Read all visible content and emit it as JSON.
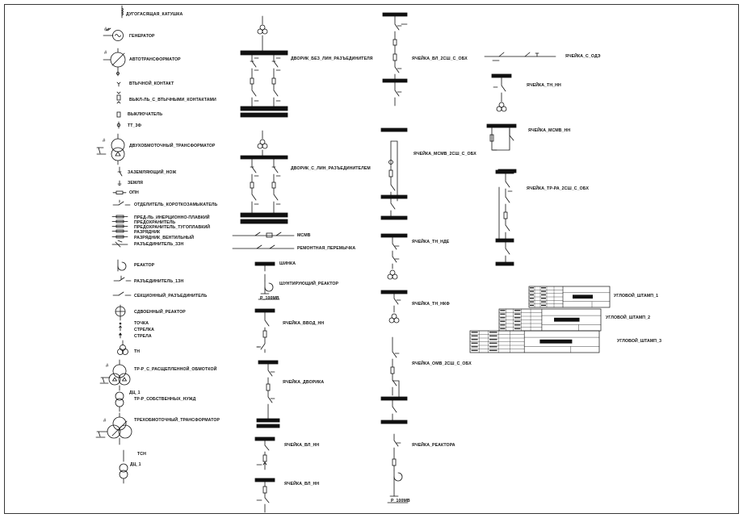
{
  "palette": {
    "line": "#111111",
    "background": "#ffffff",
    "border": "#222222"
  },
  "legend": [
    "ДУГОГАСЯЩАЯ_КАТУШКА",
    "ГЕНЕРАТОР",
    "АВТОТРАНСФОРМАТОР",
    "ВТЫЧНОЙ_КОНТАКТ",
    "ВЫКЛ-ЛЬ_С_ВТЫЧНЫМИ_КОНТАКТАМИ",
    "ВЫКЛЮЧАТЕЛЬ",
    "ТТ_3Ф",
    "ДВУХОБМОТОЧНЫЙ_ТРАНСФОРМАТОР",
    "ЗАЗЕМЛЯЮЩИЙ_НОЖ",
    "ЗЕМЛЯ",
    "ОПН",
    "ОТДЕЛИТЕЛЬ_КОРОТКОЗАМЫКАТЕЛЬ",
    "ПРЕД-ЛЬ_ИНЕРЦИОННО-ПЛАВКИЙ",
    "ПРЕДОХРАНИТЕЛЬ",
    "ПРЕДОХРАНИТЕЛЬ_ТУГОПЛАВКИЙ",
    "РАЗРЯДНИК",
    "РАЗРЯДНИК_ВЕНТИЛЬНЫЙ",
    "РАЗЪЕДИНИТЕЛЬ_3ЗН",
    "РЕАКТОР",
    "РАЗЪЕДИНИТЕЛЬ_1ЗН",
    "СЕКЦИОННЫЙ_РАЗЪЕДИНИТЕЛЬ",
    "СДВОЕННЫЙ_РЕАКТОР",
    "ТОЧКА",
    "СТРЕЛКА",
    "СТРЕЛА",
    "ТН",
    "ТР-Р_С_РАСЩЕПЛЕННОЙ_ОБМОТКОЙ",
    "ТР-Р_СОБСТВЕННЫХ_НУЖД",
    "ТРЕХОБМОТОЧНЫЙ_ТРАНСФОРМАТОР",
    "ТСН"
  ],
  "column2": [
    "ДВОРИК_БЕЗ_ЛИН_РАЗЪЕДИНИТЕЛЯ",
    "ДВОРИК_С_ЛИН_РАЗЪЕДИНИТЕЛЕМ",
    "МСМВ",
    "РЕМОНТНАЯ_ПЕРЕМЫЧКА",
    "ШИНКА",
    "ШУНТИРУЮЩИЙ_РЕАКТОР",
    "ЯЧЕЙКА_ВВОД_НН",
    "ЯЧЕЙКА_ДВОРИКА",
    "ЯЧЕЙКА_ВЛ_НН",
    "ЯЧЕЙКА_ВЛ_НН"
  ],
  "column3": [
    "ЯЧЕЙКА_ВЛ_2СШ_С_ОБХ",
    "ЯЧЕЙКА_МСМВ_2СШ_С_ОБХ",
    "ЯЧЕЙКА_ТН_НДЕ",
    "ЯЧЕЙКА_ТН_НКФ",
    "ЯЧЕЙКА_ОМВ_2СШ_С_ОБХ",
    "ЯЧЕЙКА_РЕАКТОРА"
  ],
  "column4": [
    "ЯЧЕЙКА_С_ОДЭ",
    "ЯЧЕЙКА_ТН_НН",
    "ЯЧЕЙКА_МСМВ_НН",
    "ЯЧЕЙКА_ТР-РА_2СШ_С_ОБХ"
  ],
  "stamps": [
    "УГЛОВОЙ_ШТАМП_1",
    "УГЛОВОЙ_ШТАМП_2",
    "УГЛОВОЙ_ШТАМП_3"
  ],
  "small_text": {
    "aux_tr": "ДЦ_1",
    "tsn": "ДЦ_1",
    "reactor_rated": "Р_100МВ",
    "reactor_cell": "Р_100МВ"
  }
}
